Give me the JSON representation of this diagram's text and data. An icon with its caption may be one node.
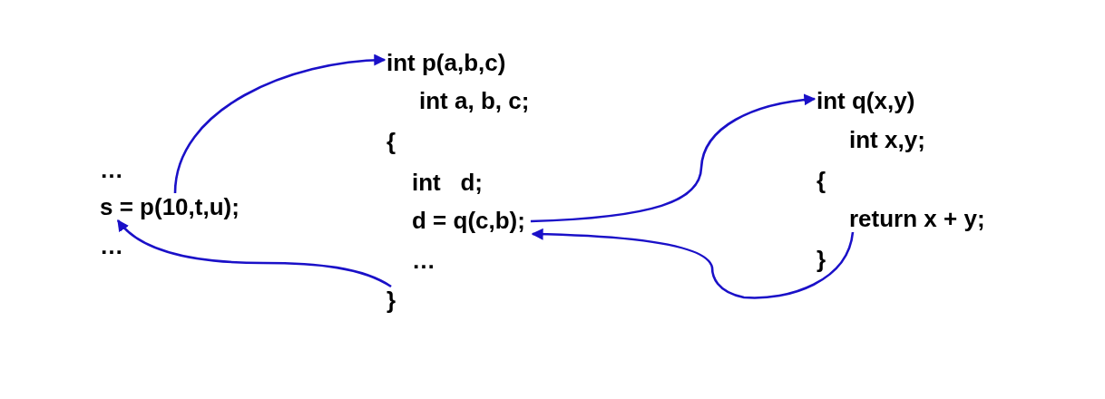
{
  "diagram": {
    "nodes": [
      {
        "text": [
          "…"
        ]
      },
      {
        "text": [
          "s = p(10,t,u);"
        ]
      },
      {
        "text": [
          "…"
        ]
      },
      {
        "text": [
          "int p(a,b,c)"
        ]
      },
      {
        "text": [
          "int a, b, c;"
        ]
      },
      {
        "text": [
          "{"
        ]
      },
      {
        "text": [
          "int   d;"
        ]
      },
      {
        "text": [
          "d = q(c,b);"
        ]
      },
      {
        "text": [
          "…"
        ]
      },
      {
        "text": [
          "}"
        ]
      },
      {
        "text": [
          "int q(x,y)"
        ]
      },
      {
        "text": [
          "int x,y;"
        ]
      },
      {
        "text": [
          "{"
        ]
      },
      {
        "text": [
          "return x + y;"
        ]
      },
      {
        "text": [
          "}"
        ]
      }
    ],
    "edges": [
      {
        "from": 1,
        "to": 3,
        "arrow": "to"
      },
      {
        "from": 9,
        "to": 1,
        "arrow": "to"
      },
      {
        "from": 7,
        "to": 10,
        "arrow": "to"
      },
      {
        "from": 13,
        "to": 7,
        "arrow": "to"
      }
    ]
  }
}
